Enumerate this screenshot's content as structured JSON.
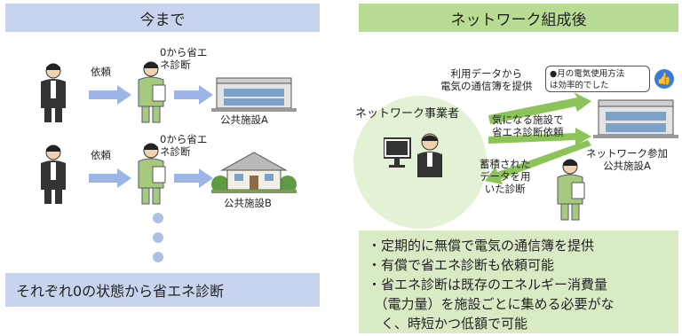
{
  "left": {
    "header": "今まで",
    "row1": {
      "request": "依頼",
      "diagnosis": "0から省エ\nネ診断",
      "facility": "公共施設A"
    },
    "row2": {
      "request": "依頼",
      "diagnosis": "0から省エ\nネ診断",
      "facility": "公共施設B"
    },
    "footer": "それぞれ0の状態から省エネ診断"
  },
  "right": {
    "header": "ネットワーク組成後",
    "operator_label": "ネットワーク事業者",
    "provide_label": "利用データから\n電気の通信簿を提供",
    "bubble_text": "●月の電気使用方法\nは効率的でした",
    "request_label": "気になる施設で\n省エネ診断依頼",
    "stored_label": "蓄積された\nデータを用\nいた診断",
    "participant_label": "ネットワーク参加\n公共施設A",
    "bullets": [
      "・定期的に無償で電気の通信簿を提供",
      "・有償で省エネ診断も依頼可能",
      "・省エネ診断は既存のエネルギー消費量",
      "　（電力量）を施設ごとに集める必要がな",
      "　く、時短かつ低額で可能"
    ]
  }
}
